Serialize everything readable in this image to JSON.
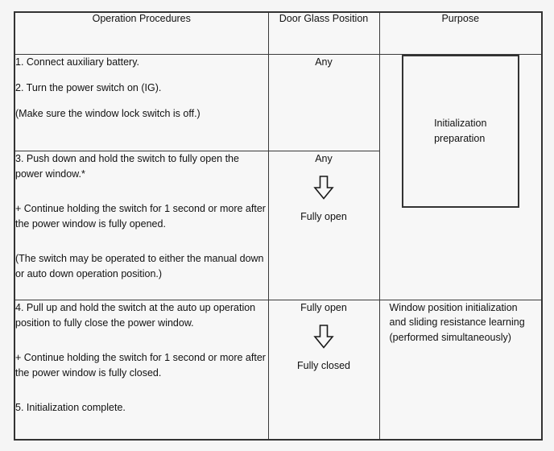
{
  "table": {
    "headers": [
      {
        "label": "Operation Procedures",
        "name": "header-operation-procedures"
      },
      {
        "label": "Door Glass Position",
        "name": "header-door-glass-position"
      },
      {
        "label": "Purpose",
        "name": "header-purpose"
      }
    ],
    "rows": [
      {
        "procedures": [
          "1. Connect auxiliary battery.",
          "2. Turn the power switch on (IG).",
          "(Make sure the window lock switch is off.)"
        ],
        "position": {
          "from": "Any",
          "arrow": "arrow-down-icon",
          "to": ""
        },
        "purpose_box": "Initialization\npreparation"
      },
      {
        "procedures": [
          "3. Push down and hold the switch to fully open the power window.*",
          "+ Continue holding the switch for 1 second or more after the power window is fully opened.",
          "(The switch may be operated to either the manual down or auto down operation position.)"
        ],
        "position": {
          "from": "Any",
          "arrow": "arrow-down-icon",
          "to": "Fully open"
        }
      },
      {
        "procedures": [
          "4. Pull up and hold the switch at the auto up operation position to fully close the power window.",
          "+ Continue holding the switch for 1 second or more after the power window is fully closed.",
          "5. Initialization complete."
        ],
        "position": {
          "from": "Fully open",
          "arrow": "arrow-down-icon",
          "to": "Fully closed"
        },
        "purpose_text": "Window position initialization\nand sliding resistance learning\n(performed simultaneously)"
      }
    ]
  },
  "colors": {
    "page_background": "#f5f5f5",
    "cell_background": "#f7f7f7",
    "border": "#333333",
    "text": "#111111"
  }
}
